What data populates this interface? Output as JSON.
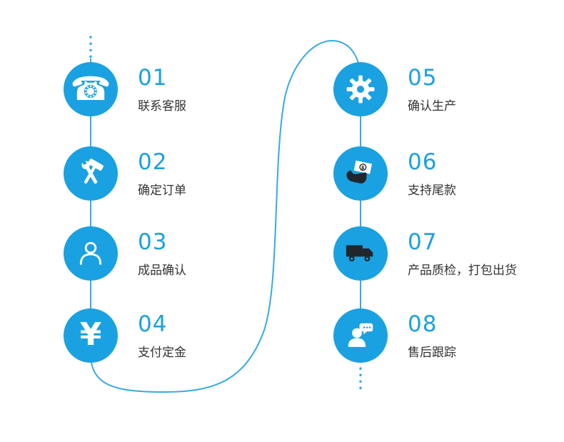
{
  "colors": {
    "accent": "#1aa1e1",
    "line": "#35abe2",
    "ink": "#333333",
    "dark-icon": "#20262b"
  },
  "icon_glyphs": {
    "phone": "☎",
    "yuan": "¥"
  },
  "steps": [
    {
      "number": "01",
      "label": "联系客服",
      "icon": "phone-icon"
    },
    {
      "number": "02",
      "label": "确定订单",
      "icon": "tools-icon"
    },
    {
      "number": "03",
      "label": "成品确认",
      "icon": "person-icon"
    },
    {
      "number": "04",
      "label": "支付定金",
      "icon": "yuan-icon"
    },
    {
      "number": "05",
      "label": "确认生产",
      "icon": "gear-icon"
    },
    {
      "number": "06",
      "label": "支持尾款",
      "icon": "hand-money-icon"
    },
    {
      "number": "07",
      "label": "产品质检，打包出货",
      "icon": "truck-icon"
    },
    {
      "number": "08",
      "label": "售后跟踪",
      "icon": "chat-person-icon"
    }
  ]
}
